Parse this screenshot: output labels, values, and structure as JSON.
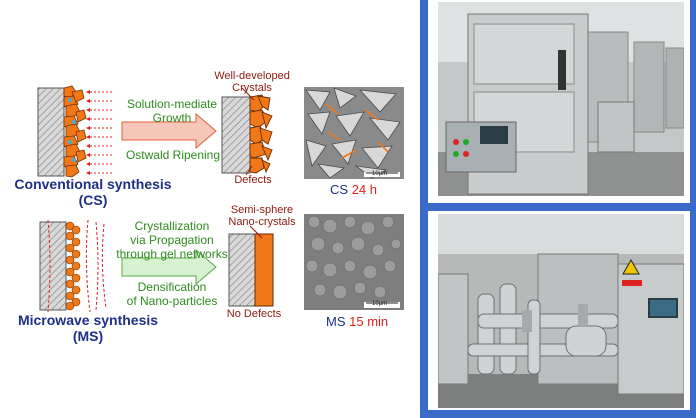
{
  "cs": {
    "title_line1": "Conventional synthesis",
    "title_line2": "(CS)",
    "arrow_label_top1": "Solution-mediate",
    "arrow_label_top2": "Growth",
    "arrow_label_bottom": "Ostwald Ripening",
    "crystal_label1": "Well-developed",
    "crystal_label2": "Crystals",
    "defect_label": "Defects",
    "sem_caption_prefix": "CS",
    "sem_caption_time": "24 h",
    "scale_bar": "10μm"
  },
  "ms": {
    "title_line1": "Microwave synthesis",
    "title_line2": "(MS)",
    "arrow_label_top1": "Crystallization",
    "arrow_label_top2": "via Propagation",
    "arrow_label_top3": "through gel networks",
    "arrow_label_bottom1": "Densification",
    "arrow_label_bottom2": "of Nano-particles",
    "crystal_label1": "Semi-sphere",
    "crystal_label2": "Nano-crystals",
    "defect_label": "No Defects",
    "sem_caption_prefix": "MS",
    "sem_caption_time": "15 min",
    "scale_bar": "10μm"
  },
  "colors": {
    "orange": "#f07818",
    "blue_title": "#1f2f86",
    "green_text": "#2e8b1e",
    "dark_red_text": "#8b1a12",
    "red_time": "#e02020",
    "blue_divider": "#3b6bc9",
    "arrow_fill": "#f6c7b8",
    "arrow_fill_green": "#d7f2cf"
  },
  "photos": {
    "top": "microwave-reactor-cabinets-photo",
    "bottom": "pipe-system-photo"
  }
}
